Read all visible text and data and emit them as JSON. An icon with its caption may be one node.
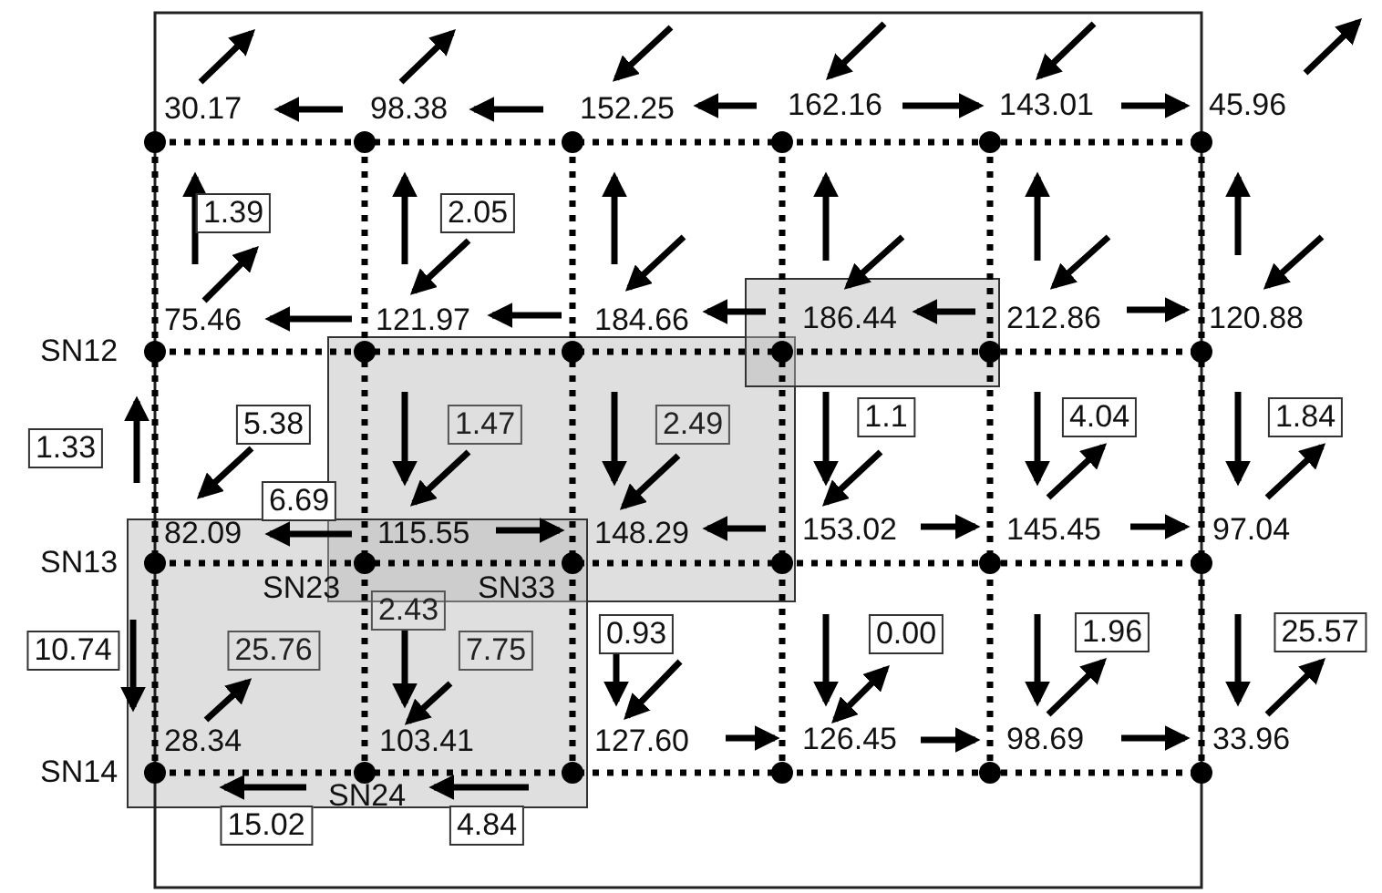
{
  "diagram": {
    "nodes": [
      {
        "text": [
          "1.39"
        ]
      },
      {
        "text": [
          "2.05"
        ]
      },
      {
        "text": [
          "5.38"
        ]
      },
      {
        "text": [
          "1.47"
        ]
      },
      {
        "text": [
          "2.49"
        ]
      },
      {
        "text": [
          "1.1"
        ]
      },
      {
        "text": [
          "4.04"
        ]
      },
      {
        "text": [
          "1.84"
        ]
      },
      {
        "text": [
          "1.33"
        ]
      },
      {
        "text": [
          "6.69"
        ]
      },
      {
        "text": [
          "10.74"
        ]
      },
      {
        "text": [
          "25.76"
        ]
      },
      {
        "text": [
          "2.43"
        ]
      },
      {
        "text": [
          "7.75"
        ]
      },
      {
        "text": [
          "0.93"
        ]
      },
      {
        "text": [
          "0.00"
        ]
      },
      {
        "text": [
          "1.96"
        ]
      },
      {
        "text": [
          "25.57"
        ]
      },
      {
        "text": [
          "15.02"
        ]
      },
      {
        "text": [
          "4.84"
        ]
      }
    ],
    "labels": [
      "30.17",
      "98.38",
      "152.25",
      "162.16",
      "143.01",
      "45.96",
      "75.46",
      "121.97",
      "184.66",
      "186.44",
      "212.86",
      "120.88",
      "SN12",
      "82.09",
      "115.55",
      "148.29",
      "153.02",
      "145.45",
      "97.04",
      "SN13",
      "SN23",
      "SN33",
      "28.34",
      "103.41",
      "127.60",
      "126.45",
      "98.69",
      "33.96",
      "SN14",
      "SN24"
    ]
  }
}
